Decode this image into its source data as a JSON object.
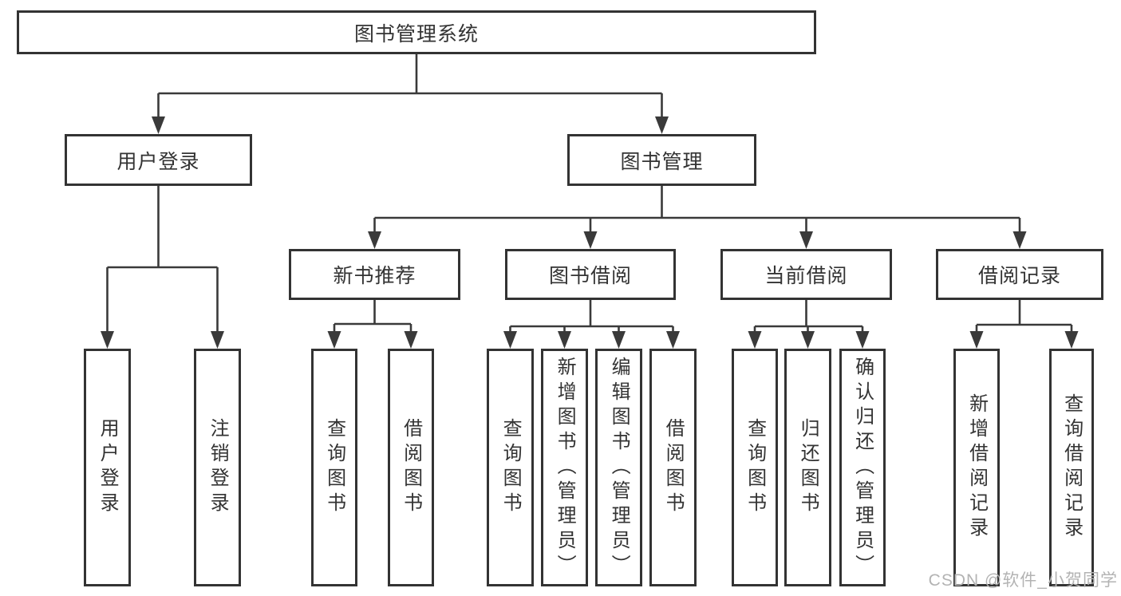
{
  "diagram": {
    "title": "图书管理系统",
    "level2": [
      {
        "label": "用户登录"
      },
      {
        "label": "图书管理"
      }
    ],
    "level3": [
      {
        "label": "新书推荐",
        "parent": "图书管理"
      },
      {
        "label": "图书借阅",
        "parent": "图书管理"
      },
      {
        "label": "当前借阅",
        "parent": "图书管理"
      },
      {
        "label": "借阅记录",
        "parent": "图书管理"
      }
    ],
    "leaves": [
      {
        "label": "用户登录",
        "parent": "用户登录"
      },
      {
        "label": "注销登录",
        "parent": "用户登录"
      },
      {
        "label": "查询图书",
        "parent": "新书推荐"
      },
      {
        "label": "借阅图书",
        "parent": "新书推荐"
      },
      {
        "label": "查询图书",
        "parent": "图书借阅"
      },
      {
        "label": "新增图书（管理员）",
        "parent": "图书借阅"
      },
      {
        "label": "编辑图书（管理员）",
        "parent": "图书借阅"
      },
      {
        "label": "借阅图书",
        "parent": "图书借阅"
      },
      {
        "label": "查询图书",
        "parent": "当前借阅"
      },
      {
        "label": "归还图书",
        "parent": "当前借阅"
      },
      {
        "label": "确认归还（管理员）",
        "parent": "当前借阅"
      },
      {
        "label": "新增借阅记录",
        "parent": "借阅记录"
      },
      {
        "label": "查询借阅记录",
        "parent": "借阅记录"
      }
    ]
  },
  "watermark": "CSDN @软件_小贺同学",
  "colors": {
    "line": "#3a3a3a",
    "border": "#333333",
    "text": "#333333",
    "background": "#ffffff",
    "watermark": "#b3b3b3"
  }
}
